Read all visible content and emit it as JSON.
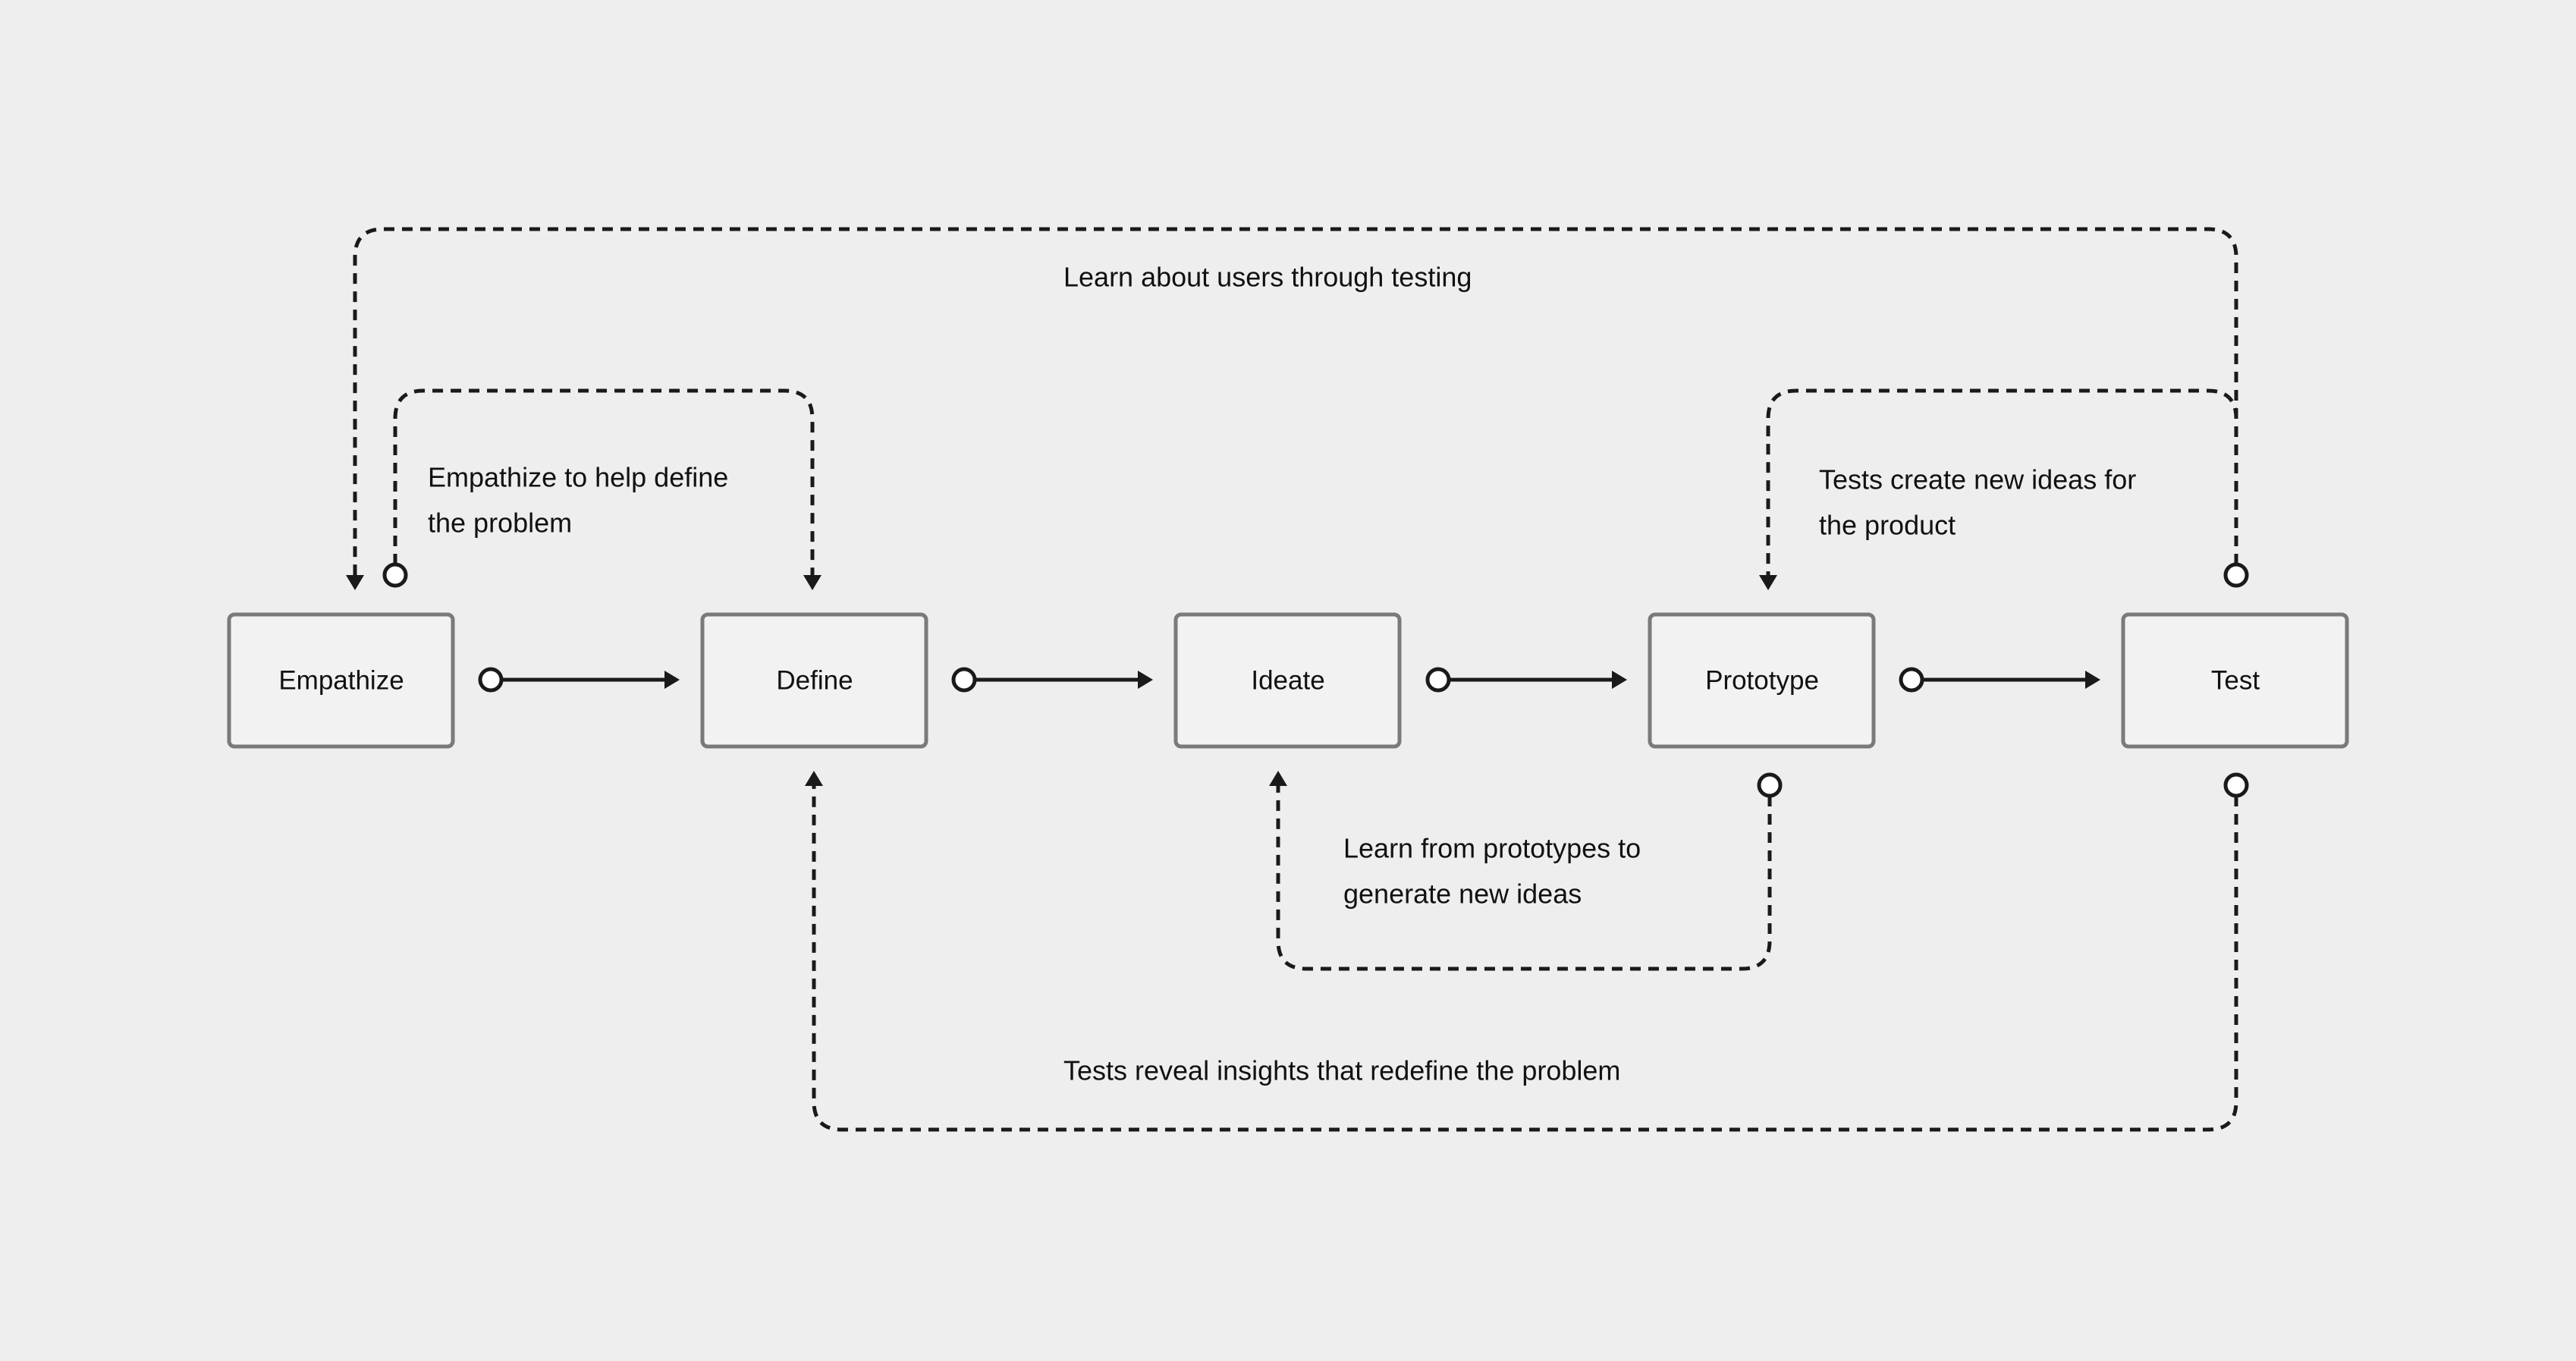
{
  "stages": [
    {
      "id": "empathize",
      "label": "Empathize"
    },
    {
      "id": "define",
      "label": "Define"
    },
    {
      "id": "ideate",
      "label": "Ideate"
    },
    {
      "id": "prototype",
      "label": "Prototype"
    },
    {
      "id": "test",
      "label": "Test"
    }
  ],
  "loops": {
    "learn_users": {
      "from": "test",
      "to": "empathize",
      "label": "Learn about users through testing"
    },
    "empathize_define": {
      "from": "empathize",
      "to": "define",
      "lines": [
        "Empathize to help define",
        "the problem"
      ]
    },
    "tests_new_ideas": {
      "from": "test",
      "to": "prototype",
      "lines": [
        "Tests create new ideas for",
        "the product"
      ]
    },
    "prototypes_ideas": {
      "from": "prototype",
      "to": "ideate",
      "lines": [
        "Learn from prototypes to",
        "generate new ideas"
      ]
    },
    "tests_redefine": {
      "from": "test",
      "to": "define",
      "label": "Tests reveal insights that redefine the problem"
    }
  },
  "colors": {
    "background": "#eeeeee",
    "box_fill": "#f2f2f2",
    "box_border": "#7a7a7a",
    "line": "#1a1a1a"
  }
}
